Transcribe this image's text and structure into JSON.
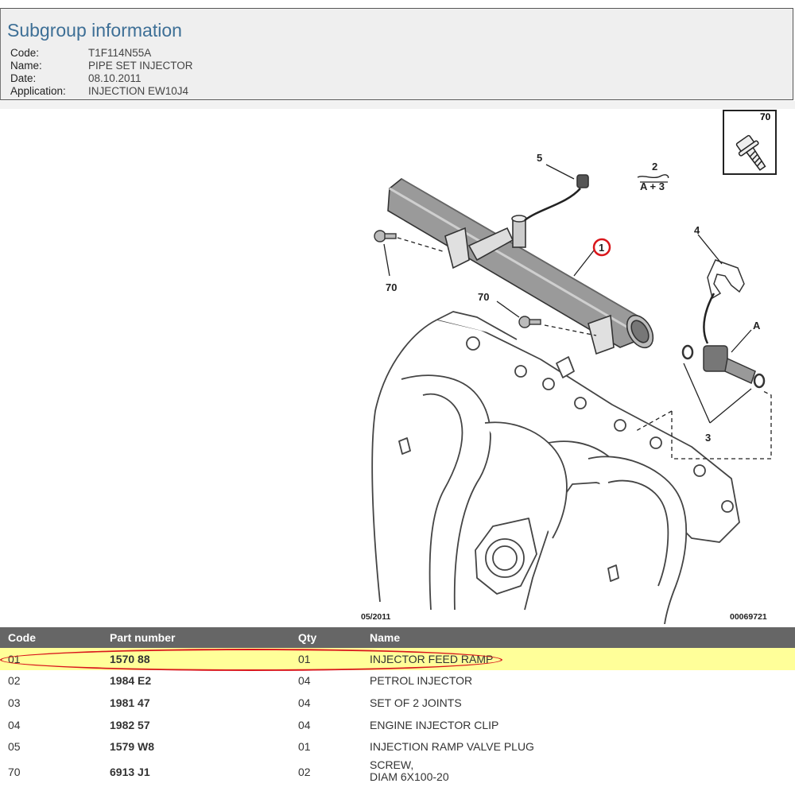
{
  "info": {
    "title": "Subgroup information",
    "rows": [
      {
        "label": "Code:",
        "value": "T1F114N55A"
      },
      {
        "label": "Name:",
        "value": "PIPE SET INJECTOR"
      },
      {
        "label": "Date:",
        "value": "08.10.2011"
      },
      {
        "label": "Application:",
        "value": "INJECTION EW10J4"
      }
    ]
  },
  "diagram": {
    "date_label": "05/2011",
    "ref_label": "00069721",
    "callouts": {
      "c1": "1",
      "c2": "2",
      "c2b": "A + 3",
      "c3": "3",
      "c4": "4",
      "c5": "5",
      "c70a": "70",
      "c70b": "70",
      "c70c": "70",
      "cA": "A"
    },
    "highlight_color": "#d9161b"
  },
  "table": {
    "headers": {
      "code": "Code",
      "part": "Part number",
      "qty": "Qty",
      "name": "Name"
    },
    "rows": [
      {
        "code": "01",
        "part": "1570 88",
        "qty": "01",
        "name": "INJECTOR FEED RAMP",
        "name2": ""
      },
      {
        "code": "02",
        "part": "1984 E2",
        "qty": "04",
        "name": "PETROL INJECTOR",
        "name2": ""
      },
      {
        "code": "03",
        "part": "1981 47",
        "qty": "04",
        "name": "SET OF 2 JOINTS",
        "name2": ""
      },
      {
        "code": "04",
        "part": "1982 57",
        "qty": "04",
        "name": "ENGINE INJECTOR CLIP",
        "name2": ""
      },
      {
        "code": "05",
        "part": "1579 W8",
        "qty": "01",
        "name": "INJECTION RAMP VALVE PLUG",
        "name2": ""
      },
      {
        "code": "70",
        "part": "6913 J1",
        "qty": "02",
        "name": "SCREW,",
        "name2": "DIAM 6X100-20"
      }
    ],
    "highlight_row_color": "#ffff99",
    "header_color": "#666666"
  }
}
